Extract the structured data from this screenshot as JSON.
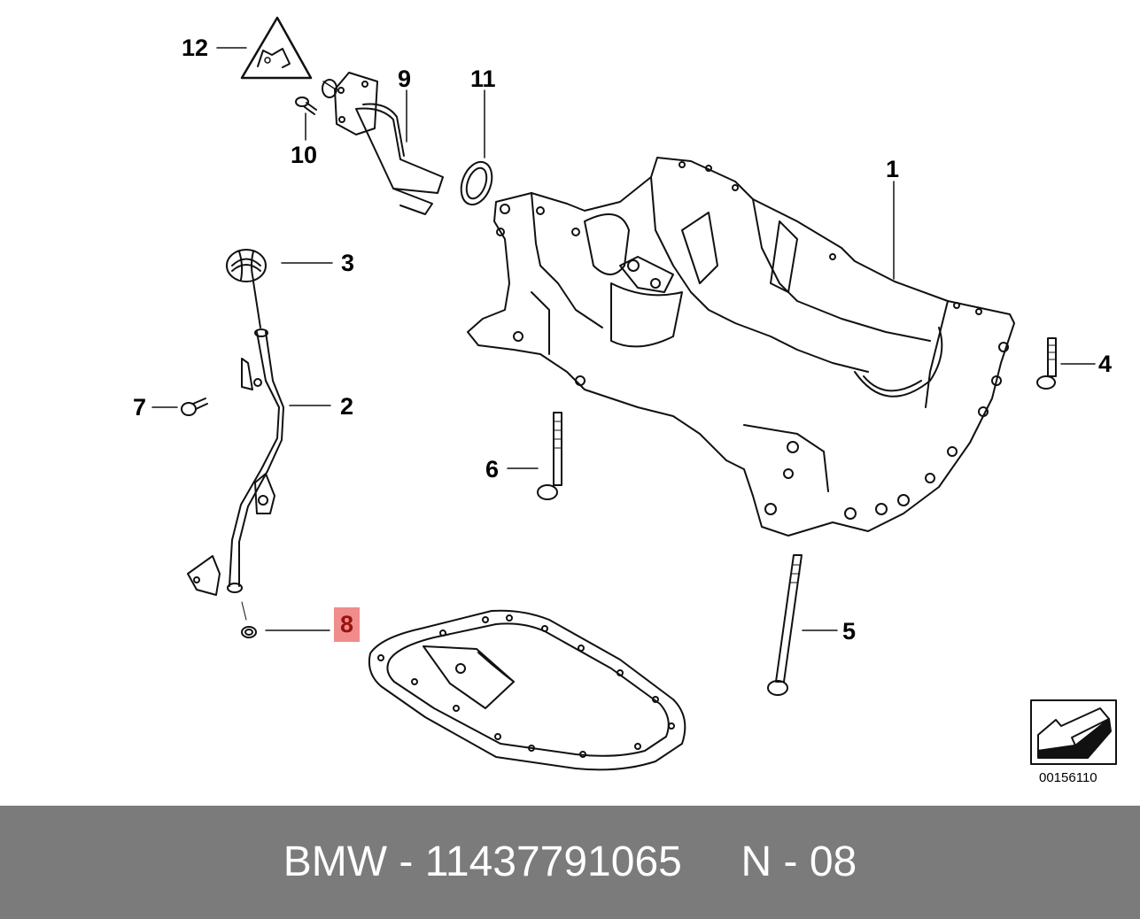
{
  "diagram": {
    "callouts": [
      {
        "id": "1",
        "label": "1",
        "highlighted": false
      },
      {
        "id": "2",
        "label": "2",
        "highlighted": false
      },
      {
        "id": "3",
        "label": "3",
        "highlighted": false
      },
      {
        "id": "4",
        "label": "4",
        "highlighted": false
      },
      {
        "id": "5",
        "label": "5",
        "highlighted": false
      },
      {
        "id": "6",
        "label": "6",
        "highlighted": false
      },
      {
        "id": "7",
        "label": "7",
        "highlighted": false
      },
      {
        "id": "8",
        "label": "8",
        "highlighted": true
      },
      {
        "id": "9",
        "label": "9",
        "highlighted": false
      },
      {
        "id": "10",
        "label": "10",
        "highlighted": false
      },
      {
        "id": "11",
        "label": "11",
        "highlighted": false
      },
      {
        "id": "12",
        "label": "12",
        "highlighted": false
      }
    ],
    "reference_code": "00156110",
    "highlight_color": "#f08c8c",
    "highlight_text_color": "#9b1010"
  },
  "footer": {
    "text": "BMW - 11437791065     N - 08",
    "background": "#7b7b7b"
  }
}
